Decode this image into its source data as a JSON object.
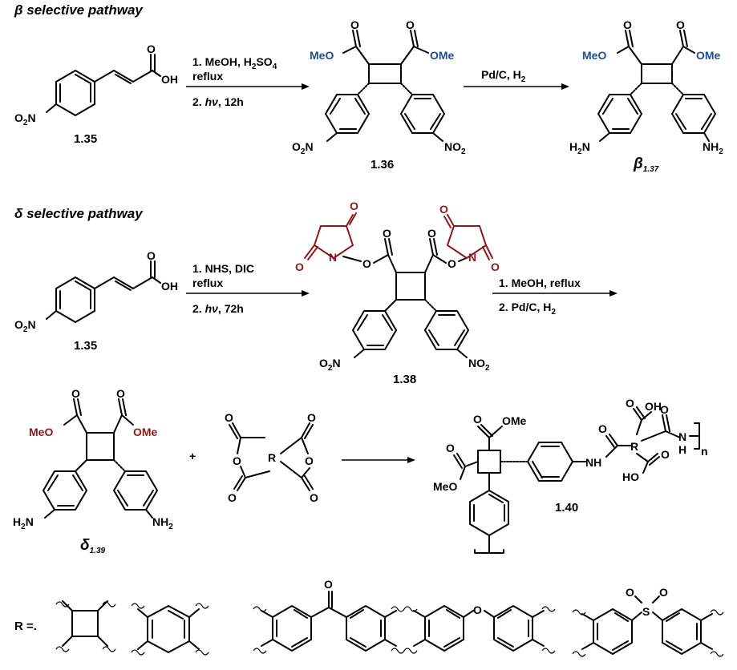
{
  "titles": {
    "beta": "β selective pathway",
    "delta": "δ selective pathway"
  },
  "compounds": {
    "c135a": "1.35",
    "c136": "1.36",
    "c137_symbol": "β",
    "c137_sub": "1.37",
    "c135b": "1.35",
    "c138": "1.38",
    "c139_symbol": "δ",
    "c139_sub": "1.39",
    "c140": "1.40"
  },
  "conditions": {
    "step1_line1": "1. MeOH, H",
    "step1_line1_sub": "2",
    "step1_line1_tail": "SO",
    "step1_line1_sub2": "4",
    "step1_line2": "reflux",
    "step1_line3_num": "2.",
    "step1_line3_hv": "hν",
    "step1_line3_tail": ", 12h",
    "step2_line1": "Pd/C, H",
    "step2_line1_sub": "2",
    "step3_line1": "1. NHS, DIC",
    "step3_line2": "reflux",
    "step3_line3_num": "2.",
    "step3_line3_hv": "hν",
    "step3_line3_tail": ", 72h",
    "step4_line1": "1. MeOH, reflux",
    "step4_line2": "2. Pd/C, H",
    "step4_line2_sub": "2",
    "plus": "+"
  },
  "atoms": {
    "oh": "OH",
    "ho": "HO",
    "o": "O",
    "meo": "MeO",
    "ome": "OMe",
    "n": "N",
    "o2n_pre": "O",
    "o2n_sub": "2",
    "o2n_post": "N",
    "no2_pre": "NO",
    "no2_sub": "2",
    "h2n_pre": "H",
    "h2n_sub": "2",
    "h2n_post": "N",
    "nh2_pre": "NH",
    "nh2_sub": "2",
    "nh": "NH",
    "h": "H",
    "r": "R",
    "s": "S",
    "n_sub": "n"
  },
  "r_label": "R =.",
  "colors": {
    "ester_blue": "#1f4e8c",
    "nhs_red": "#8b1a1a",
    "ink": "#000000"
  }
}
